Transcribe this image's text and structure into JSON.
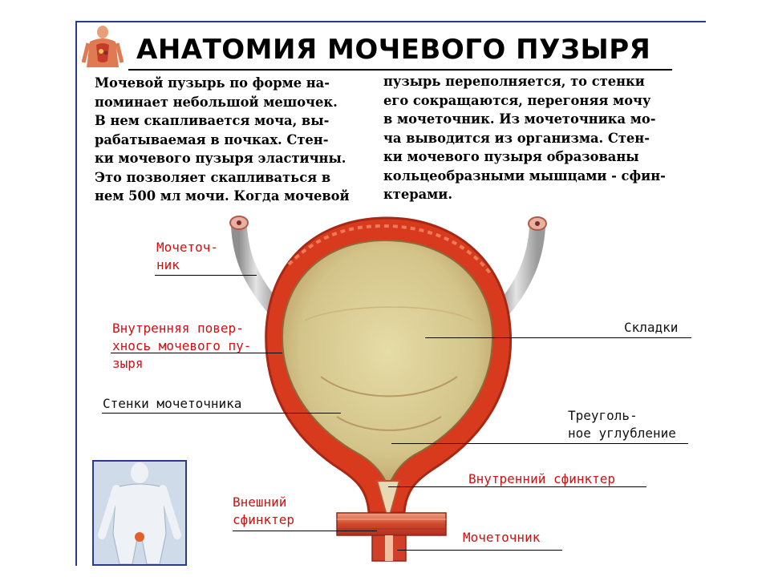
{
  "title": "АНАТОМИЯ МОЧЕВОГО ПУЗЫРЯ",
  "paragraph_left": "Мочевой пузырь по форме на-\nпоминает небольшой мешочек.\nВ нем скапливается моча, вы-\nрабатываемая в почках. Стен-\nки мочевого пузыря эластичны.\nЭто позволяет скапливаться в\nнем 500 мл мочи. Когда мочевой",
  "paragraph_right": "пузырь переполняется, то стенки\nего сокращаются, перегоняя мочу\nв мочеточник. Из мочеточника мо-\nча выводится из организма. Стен-\nки мочевого пузыря образованы\nкольцеобразными мышцами - сфин-\nктерами.",
  "labels": {
    "ureter": "Мочеточ-\nник",
    "inner_surface": "Внутренняя повер-\nхнось мочевого пу-\nзыря",
    "walls": "Стенки мочеточника",
    "folds": "Складки",
    "triangular_depression": "Треуголь-\nное углубление",
    "internal_sphincter": "Внутренний сфинктер",
    "external_sphincter": "Внешний\nсфинктер",
    "urethra": "Мочеточник"
  },
  "colors": {
    "label_red": "#d11010",
    "bladder_wall": "#d83a1e",
    "bladder_inner": "#d9cf94",
    "ureter_tube": "#bdbdbd",
    "frame_blue": "#2a3a8c"
  },
  "icons": {
    "corner": "human-anatomy-icon",
    "thumbnail": "body-location-thumbnail"
  }
}
